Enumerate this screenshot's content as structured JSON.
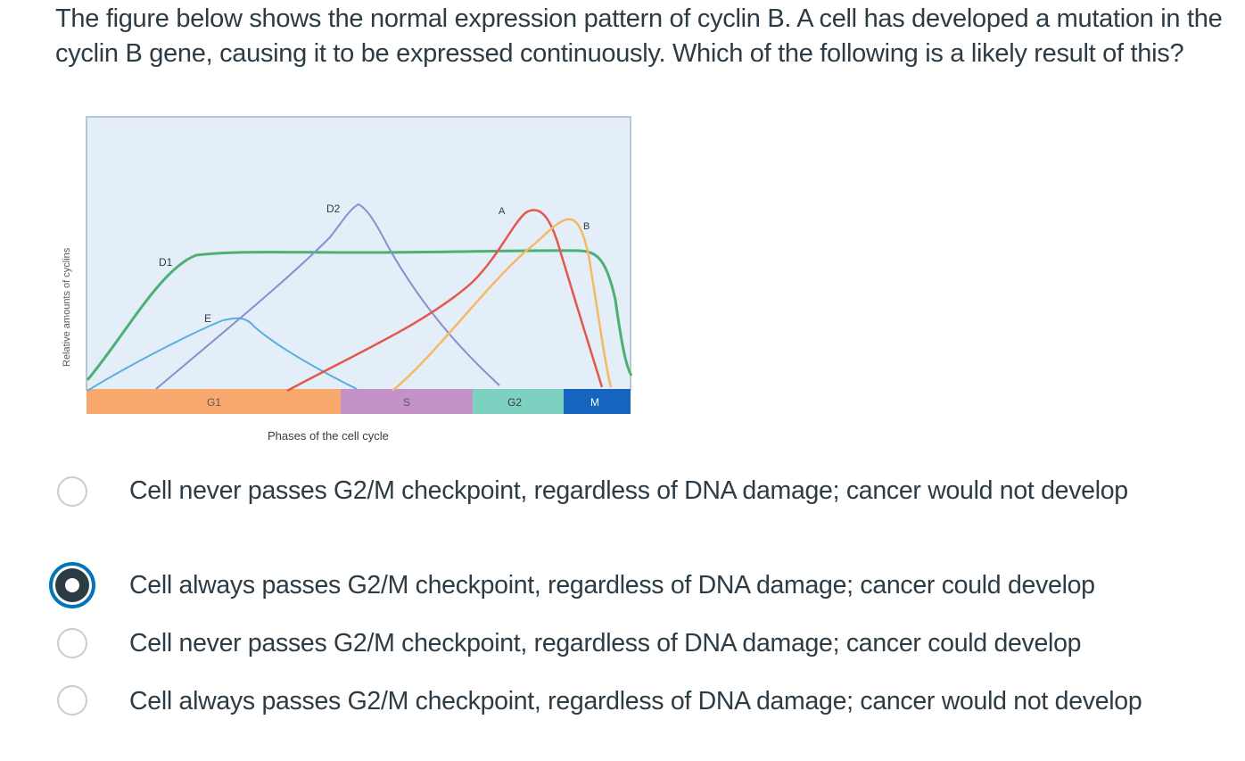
{
  "question": {
    "text": "The figure below shows the normal expression pattern of cyclin B. A cell has developed a mutation in the cyclin B gene, causing it to be expressed continuously. Which of the following is a likely result of this?"
  },
  "figure": {
    "ylabel": "Relative amounts of cyclins",
    "xlabel": "Phases of the cell cycle",
    "phases": [
      {
        "label": "G1",
        "color": "#f9a86e"
      },
      {
        "label": "S",
        "color": "#c492c8"
      },
      {
        "label": "G2",
        "color": "#7dd1c0"
      },
      {
        "label": "M",
        "color": "#1565c0"
      }
    ],
    "curves": [
      {
        "label": "D1",
        "color": "#4caf73"
      },
      {
        "label": "E",
        "color": "#5aaee0"
      },
      {
        "label": "D2",
        "color": "#8a8fc9"
      },
      {
        "label": "A",
        "color": "#e4574b"
      },
      {
        "label": "B",
        "color": "#f6b861"
      }
    ],
    "background": "#e3eef9"
  },
  "answers": [
    {
      "text": "Cell never passes G2/M checkpoint, regardless of DNA damage; cancer would not develop",
      "selected": false
    },
    {
      "text": "Cell always passes G2/M checkpoint, regardless of DNA damage; cancer could develop",
      "selected": true
    },
    {
      "text": "Cell never passes G2/M checkpoint, regardless of DNA damage; cancer could develop",
      "selected": false
    },
    {
      "text": "Cell always passes G2/M checkpoint, regardless of DNA damage; cancer would not develop",
      "selected": false
    }
  ]
}
